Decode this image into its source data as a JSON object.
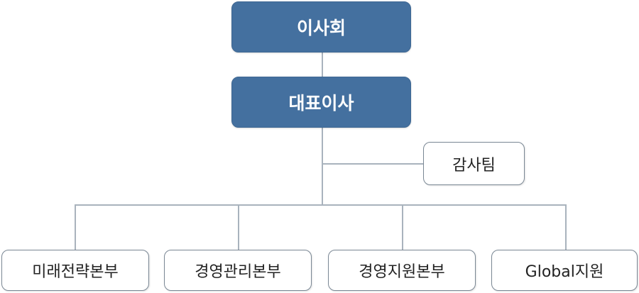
{
  "org_chart": {
    "board": {
      "label": "이사회"
    },
    "ceo": {
      "label": "대표이사"
    },
    "audit": {
      "label": "감사팀"
    },
    "divisions": [
      {
        "label": "미래전략본부"
      },
      {
        "label": "경영관리본부"
      },
      {
        "label": "경영지원본부"
      },
      {
        "label": "Global지원"
      }
    ]
  },
  "colors": {
    "primary_box": "#44709f",
    "secondary_border": "#7a8794",
    "connector": "#a9b3bd"
  }
}
